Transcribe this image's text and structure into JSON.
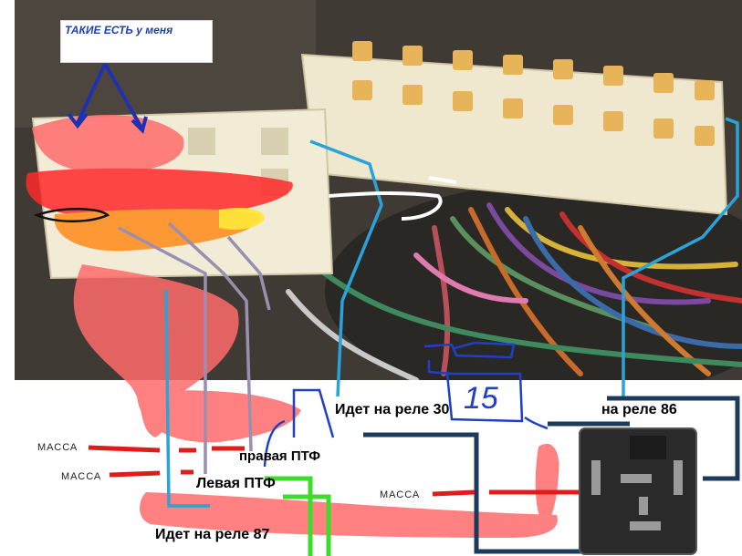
{
  "note": {
    "text": "ТАКИЕ ЕСТЬ у меня"
  },
  "labels": {
    "relay_30": "Идет на реле 30",
    "relay_86": "на реле 86",
    "relay_87": "Идет на реле 87",
    "right_fog": "правая ПТФ",
    "left_fog": "Левая ПТФ",
    "ground_1": "МАССА",
    "ground_2": "МАССА",
    "ground_3": "МАССА",
    "relay_code": "15"
  },
  "colors": {
    "red_wire": "#e01b1b",
    "pink_mark": "#ff6b6b",
    "blue_wire": "#2aa3d8",
    "navy_wire": "#1b3a5c",
    "green_wire": "#3bdc2a",
    "gray_wire": "#8c7fa6",
    "note_text": "#1f3fb0"
  }
}
